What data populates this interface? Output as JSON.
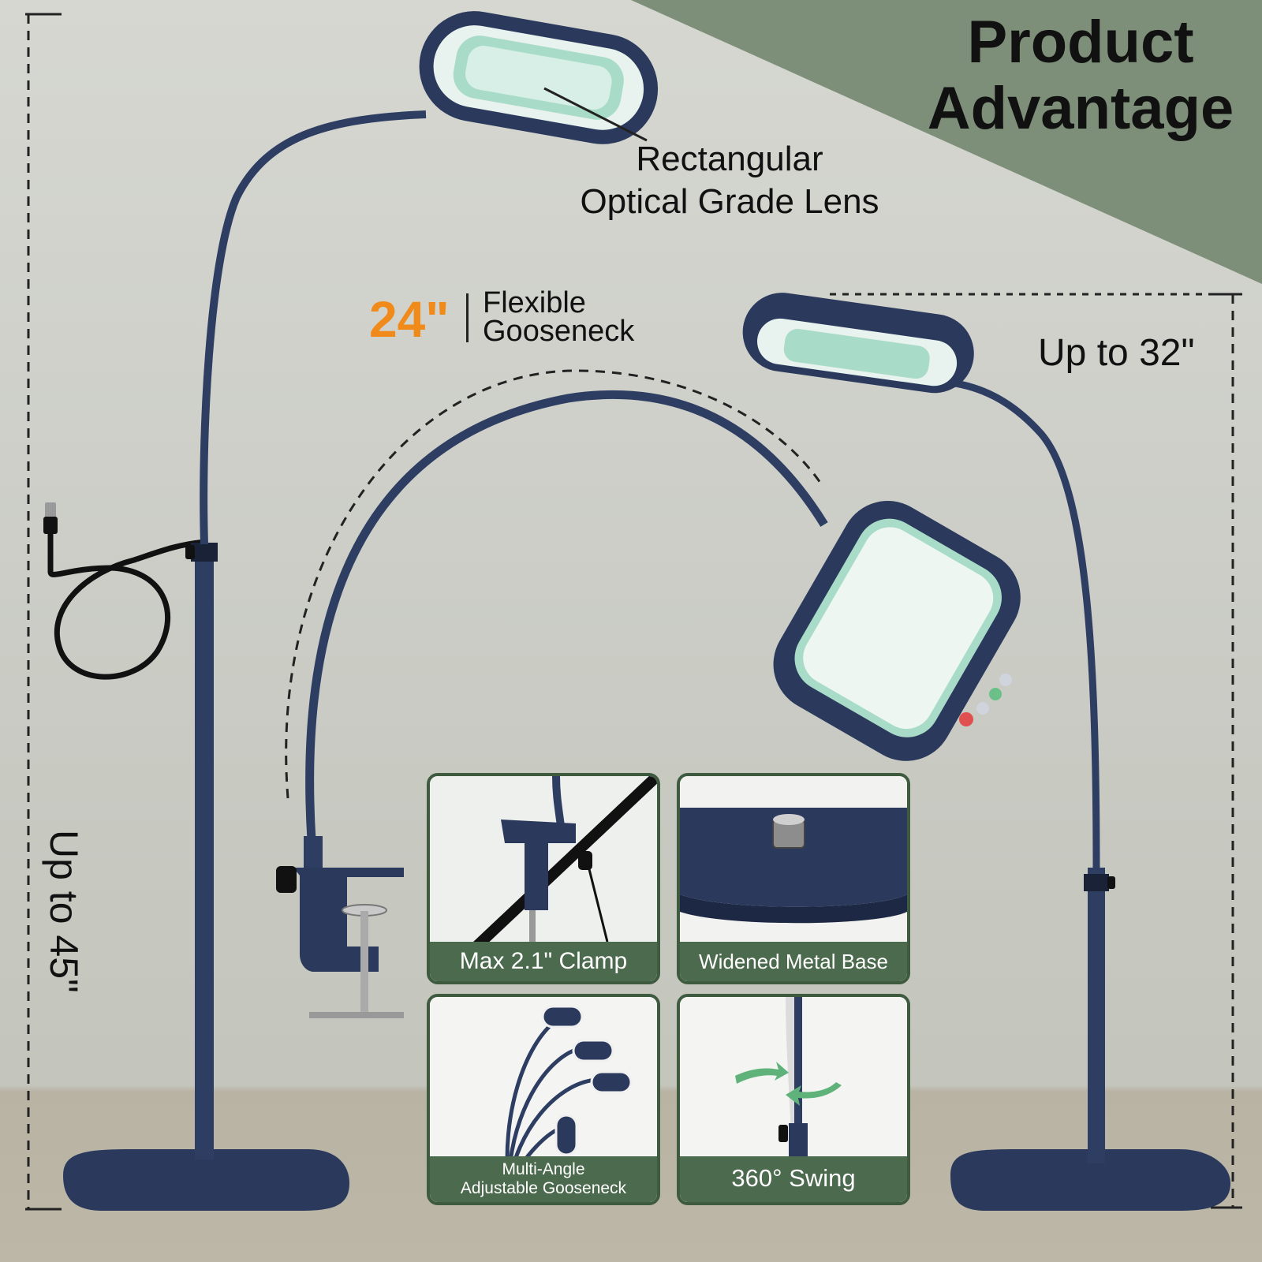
{
  "title": {
    "line1": "Product",
    "line2": "Advantage"
  },
  "callouts": {
    "lens_line1": "Rectangular",
    "lens_line2": "Optical Grade Lens",
    "gooseneck_length": "24\"",
    "gooseneck_line1": "Flexible",
    "gooseneck_line2": "Gooseneck",
    "height_clamp": "Up to 32\"",
    "height_floor": "Up to 45\""
  },
  "features": [
    {
      "caption": "Max 2.1\" Clamp"
    },
    {
      "caption": "Widened Metal Base"
    },
    {
      "caption_line1": "Multi-Angle",
      "caption_line2": "Adjustable Gooseneck"
    },
    {
      "caption": "360° Swing"
    }
  ],
  "colors": {
    "lamp_navy": "#2b3a5c",
    "accent_orange": "#f08a1b",
    "banner_green": "#7d8f78",
    "caption_green": "#4c6a4d",
    "lens_glow": "#a9dcc8"
  }
}
